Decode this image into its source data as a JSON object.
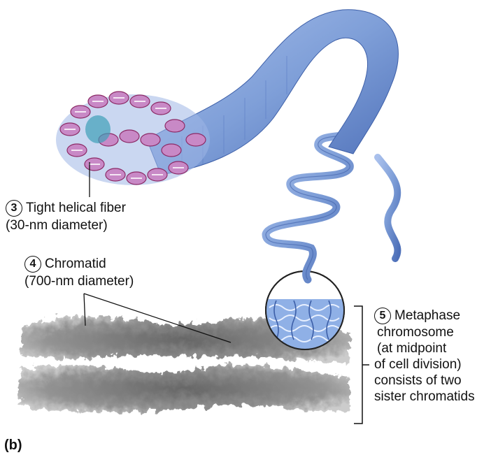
{
  "annotations": [
    {
      "step": "3",
      "lines": [
        "Tight helical fiber",
        "(30-nm diameter)"
      ]
    },
    {
      "step": "4",
      "lines": [
        "Chromatid",
        "(700-nm diameter)"
      ]
    },
    {
      "step": "5",
      "lines": [
        "Metaphase",
        "chromosome",
        "(at midpoint",
        "of cell division)",
        "consists of two",
        "sister chromatids"
      ]
    }
  ],
  "panel_label": "(b)",
  "colors": {
    "fiber_blue": "#7f9fd8",
    "fiber_blue_dark": "#4d6fb8",
    "nucleosome_magenta": "#b0327a",
    "chromatid_gray": "#6e6e6e"
  }
}
